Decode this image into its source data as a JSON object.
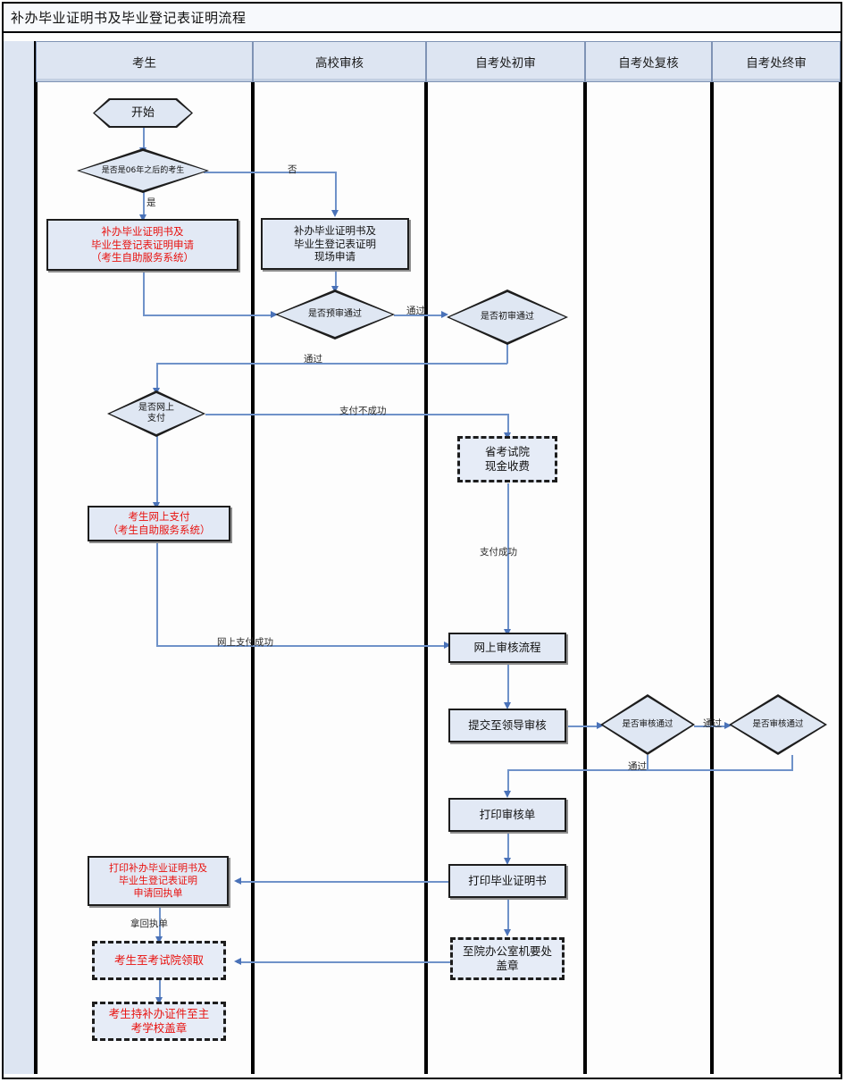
{
  "document": {
    "title": "补办毕业证明书及毕业登记表证明流程"
  },
  "lanes": [
    {
      "id": "lane-examinee",
      "label": "考生"
    },
    {
      "id": "lane-college-review",
      "label": "高校审核"
    },
    {
      "id": "lane-office-first",
      "label": "自考处初审"
    },
    {
      "id": "lane-office-recheck",
      "label": "自考处复核"
    },
    {
      "id": "lane-office-final",
      "label": "自考处终审"
    }
  ],
  "nodes": {
    "start": "开始",
    "is_after_year": "是否是06年之后的考生",
    "online_apply": "补办毕业证明书及\n毕业生登记表证明申请\n（考生自助服务系统）",
    "onsite_apply": "补办毕业证明书及\n毕业生登记表证明\n现场申请",
    "pre_review_pass": "是否预审通过",
    "first_review_pass": "是否初审通过",
    "is_online_pay": "是否网上\n支付",
    "cash_pay": "省考试院\n现金收费",
    "examinee_online_pay": "考生网上支付\n（考生自助服务系统）",
    "online_review_flow": "网上审核流程",
    "submit_to_leader": "提交至领导审核",
    "recheck_pass": "是否审核通过",
    "final_review_pass": "是否审核通过",
    "print_review_sheet": "打印审核单",
    "print_certificate": "打印毕业证明书",
    "print_receipt": "打印补办毕业证明书及\n毕业生登记表证明\n申请回执单",
    "office_seal": "至院办公室机要处\n盖章",
    "examinee_collect": "考生至考试院领取",
    "examinee_school_seal": "考生持补办证件至主\n考学校盖章"
  },
  "edge_labels": {
    "no": "否",
    "yes": "是",
    "pre_pass": "通过",
    "first_pass": "通过",
    "pay_failed": "支付不成功",
    "pay_success": "支付成功",
    "online_pay_success": "网上支付成功",
    "recheck_pass": "通过",
    "final_pass": "通过",
    "take_receipt": "拿回执单"
  },
  "colors": {
    "lane_header_bg": "#dde5f2",
    "shape_fill": "#e2e9f5",
    "shape_border": "#1d1d1d",
    "connector": "#6f92c9",
    "red_text": "#e8110e"
  }
}
